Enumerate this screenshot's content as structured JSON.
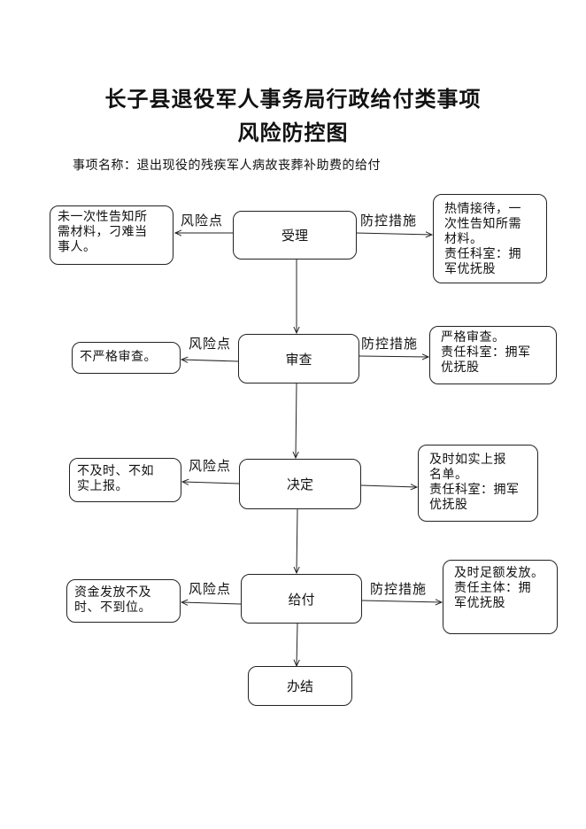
{
  "title_line1": "长子县退役军人事务局行政给付类事项",
  "title_line2": "风险防控图",
  "subject": "事项名称：退出现役的残疾军人病故丧葬补助费的给付",
  "steps": {
    "accept": "受理",
    "review": "审查",
    "decide": "决定",
    "pay": "给付",
    "finish": "办结"
  },
  "labels": {
    "risk_point": "风险点",
    "control_measure": "防控措施"
  },
  "risks": {
    "accept": [
      "未一次性告知所",
      "需材料，刁难当",
      "事人。"
    ],
    "review": [
      "不严格审查。"
    ],
    "decide": [
      "不及时、不如",
      "实上报。"
    ],
    "pay": [
      "资金发放不及",
      "时、不到位。"
    ]
  },
  "measures": {
    "accept": [
      "热情接待，一",
      "次性告知所需",
      "材料。",
      "责任科室：拥",
      "军优抚股"
    ],
    "review": [
      "严格审查。",
      "责任科室：拥军",
      "优抚股"
    ],
    "decide": [
      "及时如实上报",
      "名单。",
      "责任科室：拥军",
      "优抚股"
    ],
    "pay": [
      "及时足额发放。",
      "责任主体：拥",
      "军优抚股"
    ]
  }
}
